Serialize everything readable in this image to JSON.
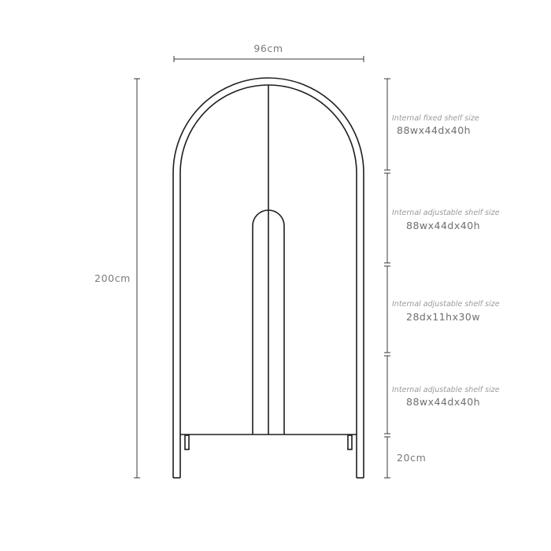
{
  "dimensions": {
    "width": "96cm",
    "height": "200cm",
    "leg_height": "20cm"
  },
  "shelves": [
    {
      "title": "Internal fixed shelf size",
      "value": "88wx44dx40h"
    },
    {
      "title": "Internal adjustable shelf size",
      "value": "88wx44dx40h"
    },
    {
      "title": "Internal adjustable shelf size",
      "value": "28dx11hx30w"
    },
    {
      "title": "Internal adjustable shelf size",
      "value": "88wx44dx40h"
    }
  ],
  "colors": {
    "line": "#1e1e1e",
    "text": "#7a7a7a"
  }
}
